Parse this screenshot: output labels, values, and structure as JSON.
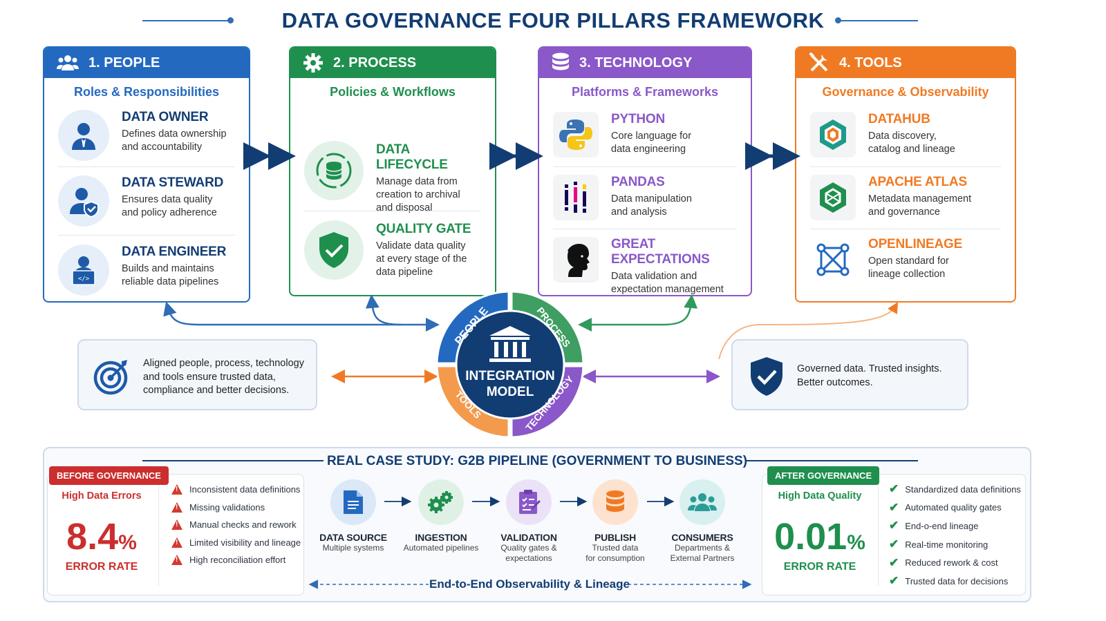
{
  "title": "DATA GOVERNANCE FOUR PILLARS FRAMEWORK",
  "colors": {
    "navy": "#123d73",
    "people": "#2369c0",
    "process": "#1f8f4e",
    "technology": "#8a58c8",
    "tools": "#f07a23",
    "red": "#cc2e2e",
    "green": "#1f8f4e"
  },
  "pillars": {
    "people": {
      "heading": "1. PEOPLE",
      "subtitle": "Roles & Responsibilities",
      "items": [
        {
          "title": "DATA OWNER",
          "desc1": "Defines data ownership",
          "desc2": "and accountability",
          "icon": "user-tie-icon"
        },
        {
          "title": "DATA STEWARD",
          "desc1": "Ensures data quality",
          "desc2": "and policy adherence",
          "icon": "user-shield-icon"
        },
        {
          "title": "DATA ENGINEER",
          "desc1": "Builds and maintains",
          "desc2": "reliable data pipelines",
          "icon": "user-code-icon"
        }
      ]
    },
    "process": {
      "heading": "2. PROCESS",
      "subtitle": "Policies & Workflows",
      "items": [
        {
          "title": "DATA LIFECYCLE",
          "desc1": "Manage data from",
          "desc2": "creation to archival",
          "desc3": "and disposal",
          "icon": "database-cycle-icon"
        },
        {
          "title": "QUALITY GATE",
          "desc1": "Validate data quality",
          "desc2": "at every stage of the",
          "desc3": "data pipeline",
          "icon": "shield-check-icon"
        }
      ]
    },
    "technology": {
      "heading": "3. TECHNOLOGY",
      "subtitle": "Platforms & Frameworks",
      "items": [
        {
          "title": "PYTHON",
          "desc1": "Core language for",
          "desc2": "data engineering",
          "icon": "python-logo-icon"
        },
        {
          "title": "PANDAS",
          "desc1": "Data manipulation",
          "desc2": "and analysis",
          "icon": "pandas-logo-icon"
        },
        {
          "title": "GREAT EXPECTATIONS",
          "desc1": "Data validation and",
          "desc2": "expectation management",
          "icon": "great-expectations-logo-icon"
        }
      ]
    },
    "tools": {
      "heading": "4. TOOLS",
      "subtitle": "Governance & Observability",
      "items": [
        {
          "title": "DATAHUB",
          "desc1": "Data discovery,",
          "desc2": "catalog and lineage",
          "icon": "datahub-logo-icon"
        },
        {
          "title": "APACHE ATLAS",
          "desc1": "Metadata management",
          "desc2": "and governance",
          "icon": "apache-atlas-logo-icon"
        },
        {
          "title": "OPENLINEAGE",
          "desc1": "Open standard for",
          "desc2": "lineage collection",
          "icon": "openlineage-logo-icon"
        }
      ]
    }
  },
  "hub": {
    "line1": "INTEGRATION",
    "line2": "MODEL",
    "ring": [
      "PEOPLE",
      "PROCESS",
      "TECHNOLOGY",
      "TOOLS"
    ]
  },
  "left_note": {
    "l1": "Aligned people, process, technology",
    "l2": "and tools ensure trusted data,",
    "l3": "compliance and better decisions."
  },
  "right_note": {
    "l1": "Governed data. Trusted insights.",
    "l2": "Better outcomes."
  },
  "case_study": {
    "title": "REAL CASE STUDY: G2B PIPELINE (GOVERNMENT TO BUSINESS)",
    "before": {
      "badge": "BEFORE GOVERNANCE",
      "headline": "High Data Errors",
      "value": "8.4",
      "unit": "%",
      "label": "ERROR RATE",
      "issues": [
        "Inconsistent data definitions",
        "Missing validations",
        "Manual checks and rework",
        "Limited visibility and lineage",
        "High reconciliation effort"
      ]
    },
    "steps": [
      {
        "title": "DATA SOURCE",
        "d1": "Multiple systems",
        "d2": "",
        "icon": "document-icon"
      },
      {
        "title": "INGESTION",
        "d1": "Automated pipelines",
        "d2": "",
        "icon": "gears-icon"
      },
      {
        "title": "VALIDATION",
        "d1": "Quality gates &",
        "d2": "expectations",
        "icon": "checklist-icon"
      },
      {
        "title": "PUBLISH",
        "d1": "Trusted data",
        "d2": "for consumption",
        "icon": "database-icon"
      },
      {
        "title": "CONSUMERS",
        "d1": "Departments &",
        "d2": "External Partners",
        "icon": "users-icon"
      }
    ],
    "observability": "End-to-End Observability & Lineage",
    "after": {
      "badge": "AFTER GOVERNANCE",
      "headline": "High Data Quality",
      "value": "0.01",
      "unit": "%",
      "label": "ERROR RATE",
      "benefits": [
        "Standardized data definitions",
        "Automated quality gates",
        "End-o-end lineage",
        "Real-time monitoring",
        "Reduced rework & cost",
        "Trusted data for decisions"
      ]
    }
  }
}
